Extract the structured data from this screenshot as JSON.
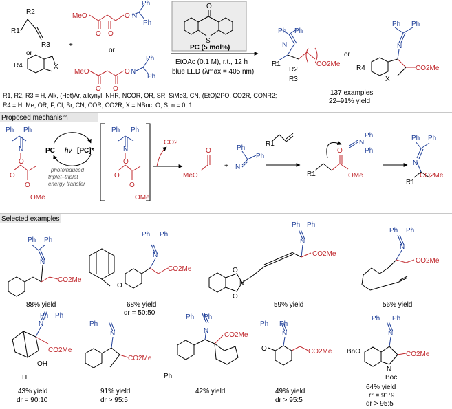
{
  "scheme": {
    "catalyst_label": "PC (5 mol%)",
    "conditions_line1": "EtOAc (0.1 M), r.t., 12 h",
    "conditions_line2": "blue LED (λmax = 405 nm)",
    "connector_or": "or",
    "plus": "+",
    "examples_count": "137 examples",
    "yield_range": "22–91% yield",
    "r_groups_line1": "R1, R2, R3 = H, Alk, (Het)Ar, alkynyl, NHR, NCOR, OR, SR, SiMe3, CN, (EtO)2PO, CO2R, CONR2;",
    "r_groups_line2": "R4 = H, Me, OR, F, Cl, Br, CN, COR, CO2R; X = NBoc, O, S; n = 0, 1"
  },
  "mechanism": {
    "header": "Proposed mechanism",
    "pc_label": "PC",
    "hv_label": "hv",
    "pc_star_label": "[PC]*",
    "energy_transfer": [
      "photoinduced",
      "triplet–triplet",
      "energy transfer"
    ],
    "co2_label": "CO2",
    "plus": "+"
  },
  "examples": {
    "header": "Selected examples",
    "items": [
      {
        "yield": "88% yield",
        "dr": ""
      },
      {
        "yield": "68% yield",
        "dr": "dr = 50:50"
      },
      {
        "yield": "59% yield",
        "dr": ""
      },
      {
        "yield": "56% yield",
        "dr": ""
      },
      {
        "yield": "43% yield",
        "dr": "dr = 90:10"
      },
      {
        "yield": "91% yield",
        "dr": "dr > 95:5"
      },
      {
        "yield": "42% yield",
        "dr": ""
      },
      {
        "yield": "49% yield",
        "dr": "dr > 95:5"
      },
      {
        "yield": "64% yield",
        "rr": "rr = 91:9",
        "dr": "dr > 95:5"
      }
    ]
  },
  "atom_labels": {
    "Ph": "Ph",
    "N": "N",
    "O": "O",
    "S": "S",
    "X": "X",
    "H": "H",
    "MeO": "MeO",
    "OMe": "OMe",
    "CO2Me": "CO2Me",
    "BnO": "BnO",
    "Boc": "Boc",
    "OH": "OH",
    "R1": "R1",
    "R2": "R2",
    "R3": "R3",
    "R4": "R4"
  },
  "colors": {
    "blue": "#1f3f98",
    "red": "#c0282d",
    "header_bg": "#e6e6e6"
  }
}
